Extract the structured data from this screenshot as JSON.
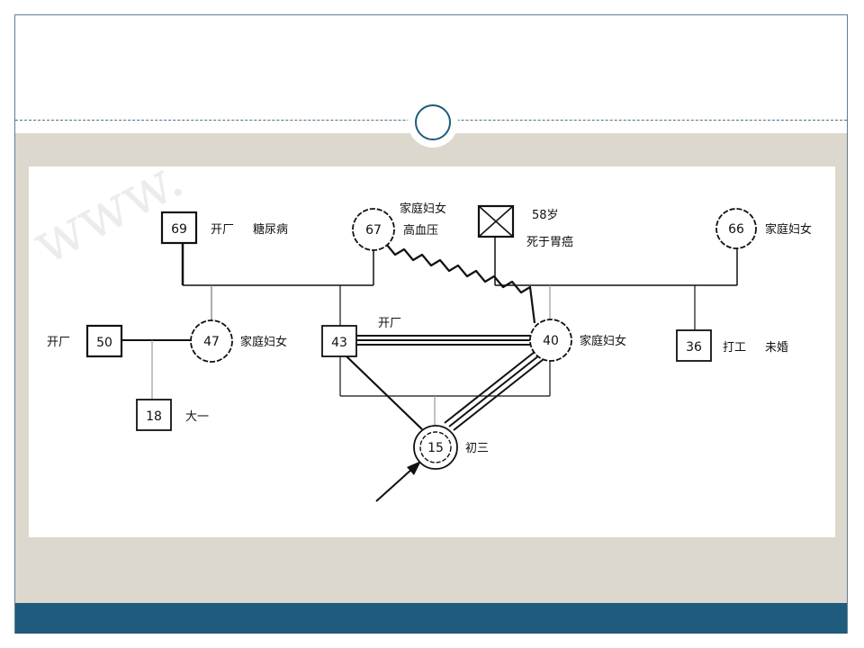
{
  "colors": {
    "accent": "#1f5b7d",
    "content_background": "#ddd8cd",
    "line": "#111111"
  },
  "pedigree": {
    "watermark": "www.",
    "nodes": {
      "gf_paternal": {
        "age": "69",
        "shape": "square",
        "notes": [
          "开厂",
          "糖尿病"
        ]
      },
      "gm_paternal": {
        "age": "67",
        "shape": "circle",
        "notes": [
          "家庭妇女",
          "高血压"
        ]
      },
      "gf_maternal": {
        "age_note": "58岁",
        "shape": "square-deceased",
        "notes": [
          "死于胃癌"
        ]
      },
      "gm_maternal": {
        "age": "66",
        "shape": "circle",
        "notes": [
          "家庭妇女"
        ]
      },
      "uncle_spouse": {
        "age": "50",
        "shape": "square",
        "notes": [
          "开厂"
        ]
      },
      "aunt": {
        "age": "47",
        "shape": "circle",
        "notes": [
          "家庭妇女"
        ]
      },
      "cousin": {
        "age": "18",
        "shape": "square",
        "notes": [
          "大一"
        ]
      },
      "father": {
        "age": "43",
        "shape": "square",
        "notes": [
          "开厂"
        ]
      },
      "mother": {
        "age": "40",
        "shape": "circle",
        "notes": [
          "家庭妇女"
        ]
      },
      "maternal_uncle": {
        "age": "36",
        "shape": "square",
        "notes": [
          "打工",
          "未婚"
        ]
      },
      "proband": {
        "age": "15",
        "shape": "circle-proband",
        "notes": [
          "初三"
        ]
      }
    },
    "relations": [
      {
        "from": "gm_paternal",
        "to": "mother",
        "type": "conflict"
      },
      {
        "from": "father",
        "to": "mother",
        "type": "fused"
      },
      {
        "from": "mother",
        "to": "proband",
        "type": "fused"
      },
      {
        "from": "father",
        "to": "proband",
        "type": "close"
      }
    ]
  }
}
